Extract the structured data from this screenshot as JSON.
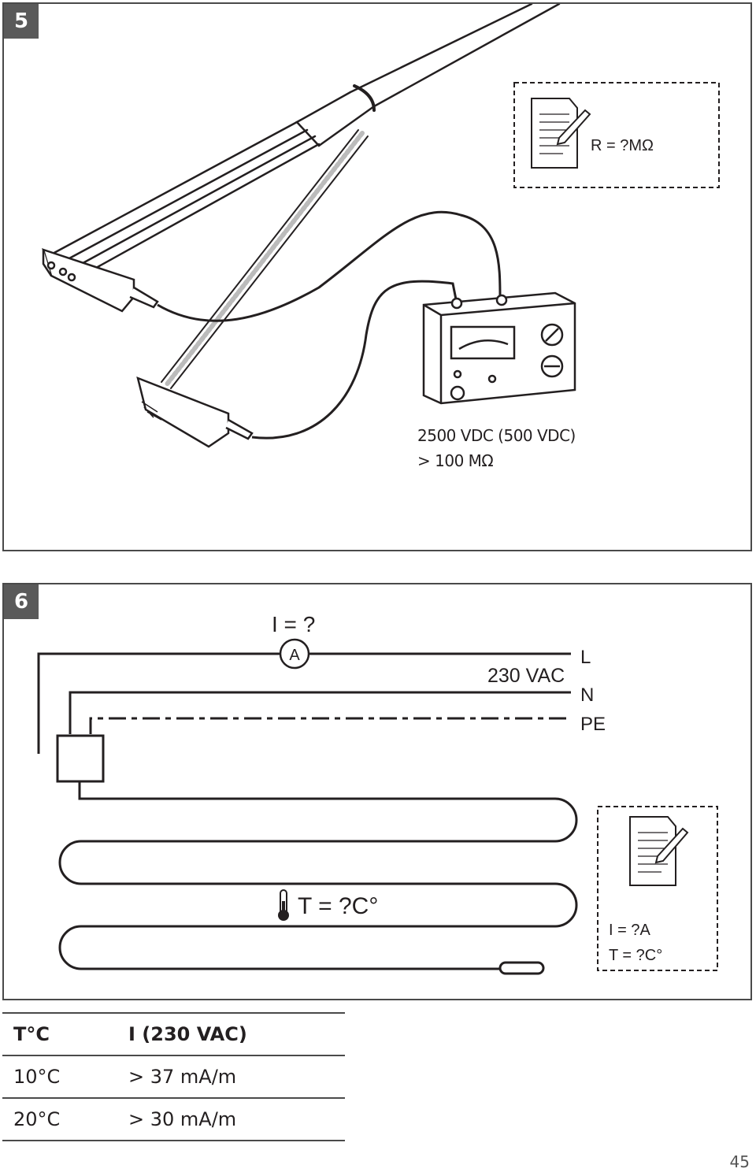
{
  "panel5": {
    "number": "5",
    "note_value": "R = ?MΩ",
    "spec_line1": "2500 VDC (500 VDC)",
    "spec_line2": "> 100 MΩ",
    "icons": [
      "notepad-pencil-icon",
      "insulation-tester-icon",
      "alligator-clip-icon"
    ]
  },
  "panel6": {
    "number": "6",
    "current_label": "I = ?",
    "ammeter_symbol": "A",
    "voltage_label": "230 VAC",
    "line_L": "L",
    "line_N": "N",
    "line_PE": "PE",
    "temp_label": "T = ?C°",
    "note_current": "I = ?A",
    "note_temp": "T = ?C°",
    "icons": [
      "thermometer-icon",
      "notepad-pencil-icon",
      "thermostat-box-icon"
    ]
  },
  "table": {
    "headers": [
      "T°C",
      "I (230 VAC)"
    ],
    "rows": [
      [
        "10°C",
        "> 37 mA/m"
      ],
      [
        "20°C",
        "> 30 mA/m"
      ]
    ]
  },
  "page_number": "45"
}
